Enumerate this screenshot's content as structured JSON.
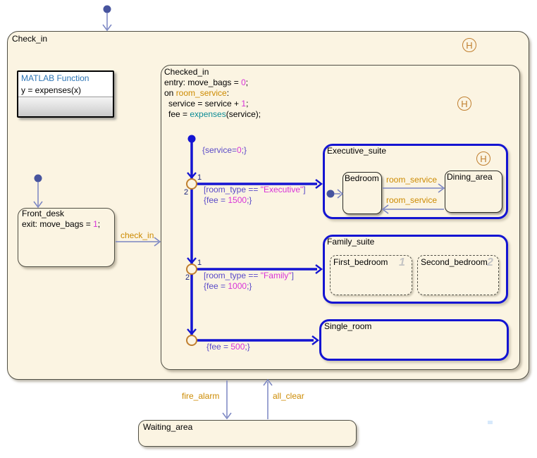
{
  "colors": {
    "state_fill": "#fbf4e2",
    "state_border": "#4f4e44",
    "selected_blue": "#1414d2",
    "transition_blue": "#7a85c2",
    "default_dot": "#47549e",
    "junction_orange": "#c07f2f",
    "event_orange": "#cc8a00",
    "violet": "#5a4ac8",
    "magenta": "#d833d8",
    "teal": "#0d8c96",
    "navy": "#1a237e",
    "matlab_blue": "#2c74b5",
    "badge_gray": "#c4c4c4"
  },
  "history_label": "H",
  "check_in": {
    "title": "Check_in"
  },
  "matlab_function": {
    "header": "MATLAB Function",
    "body": "y = expenses(x)"
  },
  "checked_in": {
    "title": "Checked_in",
    "entry_pre": "entry: move_bags = ",
    "entry_num": "0",
    "entry_end": ";",
    "on_pre": "on ",
    "on_event": "room_service",
    "on_end": ":",
    "service_pre": "service = service + ",
    "service_num": "1",
    "service_end": ";",
    "fee_pre": "fee = ",
    "fee_fn": "expenses",
    "fee_end": "(service);"
  },
  "front_desk": {
    "title": "Front_desk",
    "exit_pre": "exit: move_bags = ",
    "exit_num": "1",
    "exit_end": ";"
  },
  "executive_suite": {
    "title": "Executive_suite",
    "bedroom": "Bedroom",
    "dining_area": "Dining_area",
    "event_to_dining": "room_service",
    "event_to_bedroom": "room_service"
  },
  "family_suite": {
    "title": "Family_suite",
    "first_bedroom": "First_bedroom",
    "first_order": "1",
    "second_bedroom": "Second_bedroom",
    "second_order": "2"
  },
  "single_room": {
    "title": "Single_room"
  },
  "waiting_area": {
    "title": "Waiting_area"
  },
  "transitions": {
    "check_in_event": "check_in",
    "fire_alarm_event": "fire_alarm",
    "all_clear_event": "all_clear",
    "init_pre": "{service=",
    "init_num": "0",
    "init_end": ";}",
    "exec_cond_pre": "[room_type == ",
    "exec_cond_str": "\"Executive\"",
    "exec_cond_end": "]",
    "exec_fee_pre": "{fee = ",
    "exec_fee_num": "1500",
    "exec_fee_end": ";}",
    "family_cond_pre": "[room_type == ",
    "family_cond_str": "\"Family\"",
    "family_cond_end": "]",
    "family_fee_pre": "{fee = ",
    "family_fee_num": "1000",
    "family_fee_end": ";}",
    "single_fee_pre": "{fee = ",
    "single_fee_num": "500",
    "single_fee_end": ";}",
    "j1_out1": "1",
    "j1_out2": "2",
    "j2_out1": "1",
    "j2_out2": "2"
  }
}
